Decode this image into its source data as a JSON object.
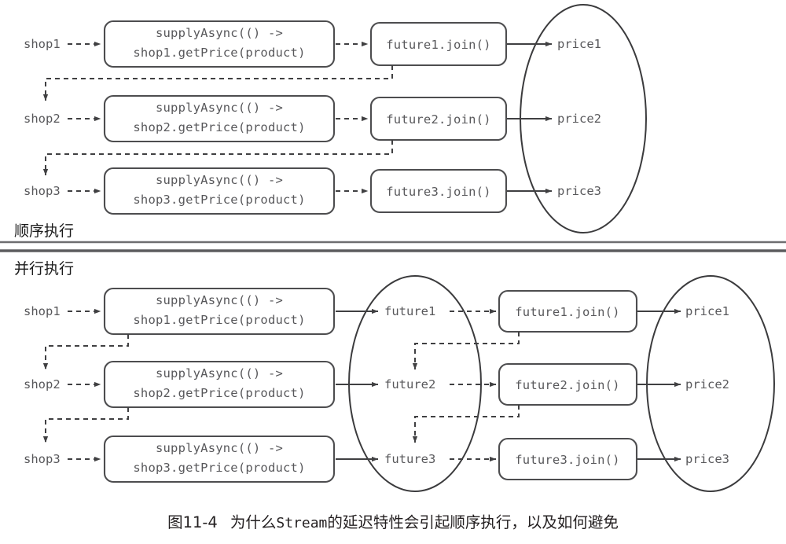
{
  "figure": {
    "caption_number": "图11-4",
    "caption_text_1": "为什么",
    "caption_mono": "Stream",
    "caption_text_2": "的延迟特性会引起顺序执行，以及如何避免",
    "colors": {
      "box_stroke": "#4d4d4f",
      "text": "#58585b",
      "line": "#404042",
      "divider": "#5c5c5e",
      "background": "#ffffff"
    }
  },
  "sections": {
    "sequential": {
      "label": "顺序执行",
      "rows": [
        {
          "source_label": "shop1",
          "task_line1": "supplyAsync(() ->",
          "task_line2": "shop1.getPrice(product)",
          "join_label": "future1.join()",
          "result_label": "price1"
        },
        {
          "source_label": "shop2",
          "task_line1": "supplyAsync(() ->",
          "task_line2": "shop2.getPrice(product)",
          "join_label": "future2.join()",
          "result_label": "price2"
        },
        {
          "source_label": "shop3",
          "task_line1": "supplyAsync(() ->",
          "task_line2": "shop3.getPrice(product)",
          "join_label": "future3.join()",
          "result_label": "price3"
        }
      ]
    },
    "parallel": {
      "label": "并行执行",
      "rows": [
        {
          "source_label": "shop1",
          "task_line1": "supplyAsync(() ->",
          "task_line2": "shop1.getPrice(product)",
          "future_label": "future1",
          "join_label": "future1.join()",
          "result_label": "price1"
        },
        {
          "source_label": "shop2",
          "task_line1": "supplyAsync(() ->",
          "task_line2": "shop2.getPrice(product)",
          "future_label": "future2",
          "join_label": "future2.join()",
          "result_label": "price2"
        },
        {
          "source_label": "shop3",
          "task_line1": "supplyAsync(() ->",
          "task_line2": "shop3.getPrice(product)",
          "future_label": "future3",
          "join_label": "future3.join()",
          "result_label": "price3"
        }
      ]
    }
  }
}
